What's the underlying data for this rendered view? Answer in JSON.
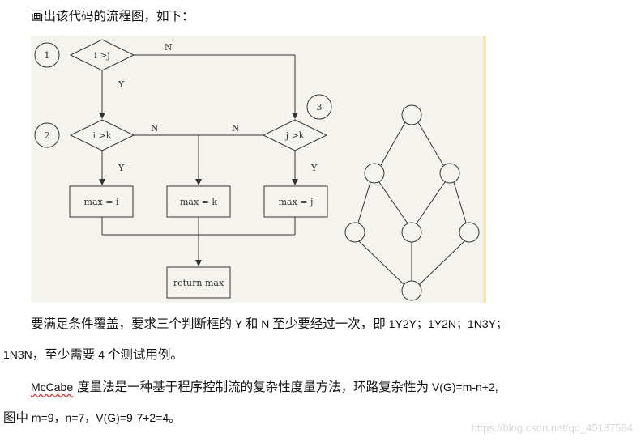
{
  "intro": "画出该代码的流程图，如下：",
  "flowchart": {
    "circle_labels": [
      "1",
      "2",
      "3"
    ],
    "decisions": [
      "i >j",
      "i >k",
      "j >k"
    ],
    "boxes": [
      "max = i",
      "max = k",
      "max = j"
    ],
    "return_box": "return max",
    "yes_label": "Y",
    "no_label": "N"
  },
  "para1": {
    "part1": "要满足条件覆盖，要求三个判断框的",
    "y": " Y ",
    "and": "和",
    "n": " N ",
    "part2": "至少要经过一次，即",
    "paths": " 1Y2Y；1Y2N；1N3Y；",
    "line2_latin": "1N3N",
    "line2_rest": "，至少需要",
    "four": " 4 ",
    "line2_end": "个测试用例。"
  },
  "para2": {
    "mccabe": "McCabe",
    "text": " 度量法是一种基于程序控制流的复杂性度量方法，环路复杂性为",
    "formula": " V(G)=m-n+2,"
  },
  "para3": {
    "prefix": "图中",
    "values": " m=9，n=7，V(G)=9-7+2=4。"
  },
  "watermark": "https://blog.csdn.net/qq_45137584"
}
